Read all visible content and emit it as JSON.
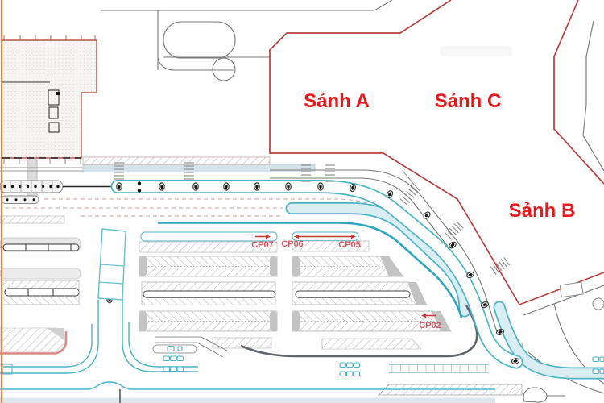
{
  "halls": {
    "a": "Sảnh A",
    "c": "Sảnh C",
    "b": "Sảnh B"
  },
  "pickup_points": {
    "cp07": "CP07",
    "cp06": "CP06",
    "cp05": "CP05",
    "cp02": "CP02"
  },
  "colors": {
    "label-red": "#e8191d",
    "cp-red": "#cf5a5f",
    "arrow-red": "#c23b3b",
    "boundary-red": "#b84040",
    "building-red": "#b0574d",
    "teal": "#4cb4c6",
    "teal-bright": "#2ba6bd",
    "teal-light": "#d9edf3",
    "band-blue": "#d4e2ea",
    "dash-pink": "#cf9f9f",
    "line-gray": "#777777",
    "curb-dark": "#60666b",
    "orange": "#e0813c"
  }
}
